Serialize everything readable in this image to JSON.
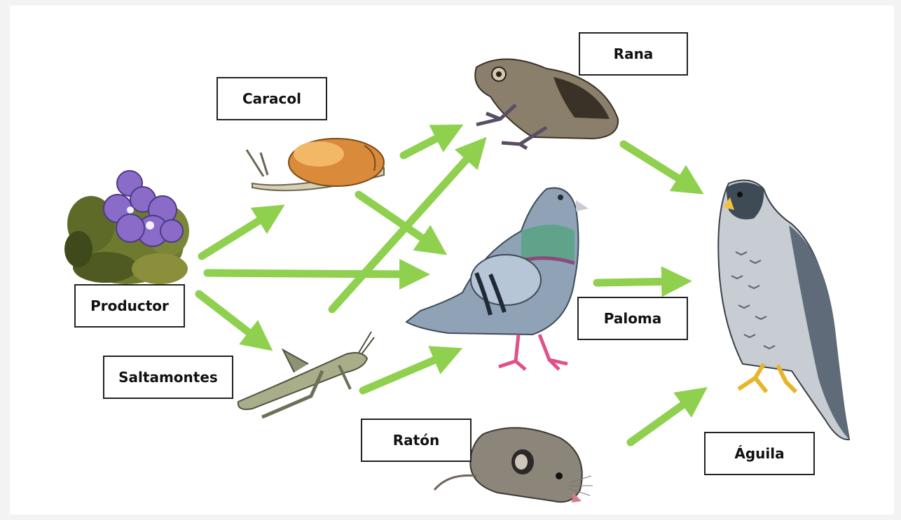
{
  "labels": {
    "caracol": "Caracol",
    "rana": "Rana",
    "productor": "Productor",
    "saltamontes": "Saltamontes",
    "paloma": "Paloma",
    "raton": "Ratón",
    "aguila": "Águila"
  },
  "colors": {
    "arrow": "#8fd04f",
    "label_border": "#222222",
    "background": "#ffffff"
  },
  "arrows": [
    {
      "from": "productor",
      "to": "caracol"
    },
    {
      "from": "productor",
      "to": "paloma"
    },
    {
      "from": "productor",
      "to": "saltamontes"
    },
    {
      "from": "caracol",
      "to": "rana"
    },
    {
      "from": "caracol",
      "to": "paloma"
    },
    {
      "from": "saltamontes",
      "to": "rana"
    },
    {
      "from": "saltamontes",
      "to": "paloma"
    },
    {
      "from": "rana",
      "to": "aguila"
    },
    {
      "from": "paloma",
      "to": "aguila"
    },
    {
      "from": "raton",
      "to": "aguila"
    }
  ]
}
